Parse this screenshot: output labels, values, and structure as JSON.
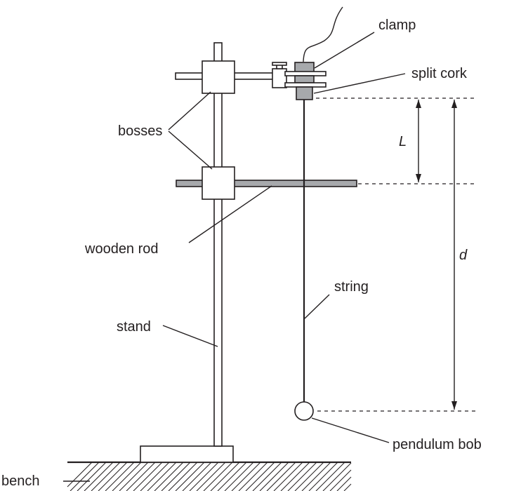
{
  "labels": {
    "clamp": "clamp",
    "split_cork": "split cork",
    "bosses": "bosses",
    "L": "L",
    "wooden_rod": "wooden rod",
    "d": "d",
    "string": "string",
    "stand": "stand",
    "pendulum_bob": "pendulum bob",
    "bench": "bench"
  },
  "colors": {
    "ink": "#231f20",
    "wooden_rod_fill": "#a7a9ac",
    "cork_fill": "#a7a9ac"
  }
}
